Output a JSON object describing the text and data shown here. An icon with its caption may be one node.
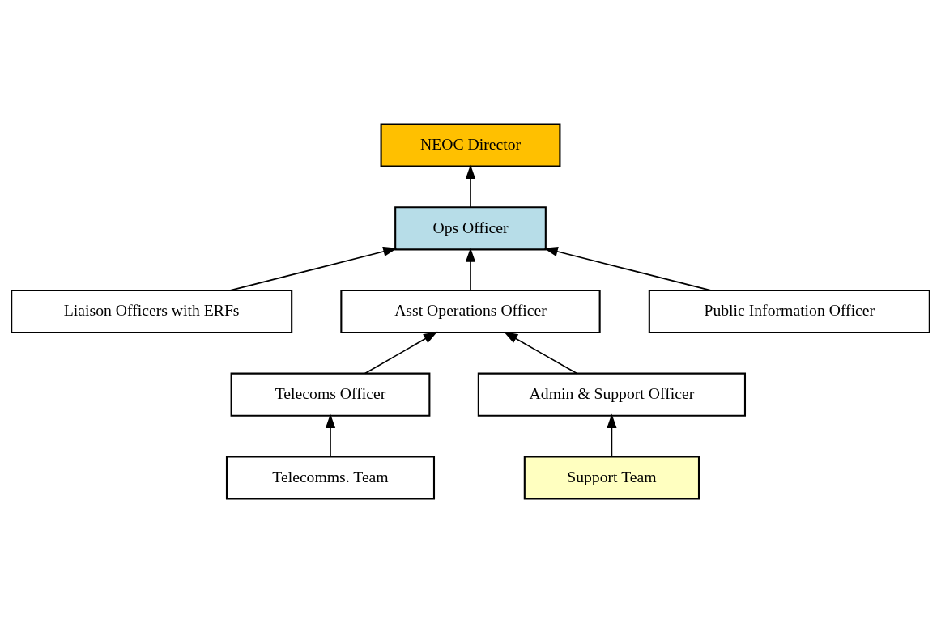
{
  "diagram": {
    "nodes": [
      {
        "text": [
          "NEOC Director"
        ]
      },
      {
        "text": [
          "Ops Officer"
        ]
      },
      {
        "text": [
          "Liaison Officers with ERFs"
        ]
      },
      {
        "text": [
          "Asst Operations Officer"
        ]
      },
      {
        "text": [
          "Public Information Officer"
        ]
      },
      {
        "text": [
          "Telecoms Officer"
        ]
      },
      {
        "text": [
          "Admin & Support Officer"
        ]
      },
      {
        "text": [
          "Telecomms. Team"
        ]
      },
      {
        "text": [
          "Support Team"
        ]
      }
    ],
    "edges": [
      {
        "from": 1,
        "to": 0,
        "arrow": "to"
      },
      {
        "from": 2,
        "to": 1,
        "arrow": "to"
      },
      {
        "from": 3,
        "to": 1,
        "arrow": "to"
      },
      {
        "from": 4,
        "to": 1,
        "arrow": "to"
      },
      {
        "from": 5,
        "to": 3,
        "arrow": "to"
      },
      {
        "from": 6,
        "to": 3,
        "arrow": "to"
      },
      {
        "from": 7,
        "to": 5,
        "arrow": "to"
      },
      {
        "from": 8,
        "to": 6,
        "arrow": "to"
      }
    ]
  }
}
